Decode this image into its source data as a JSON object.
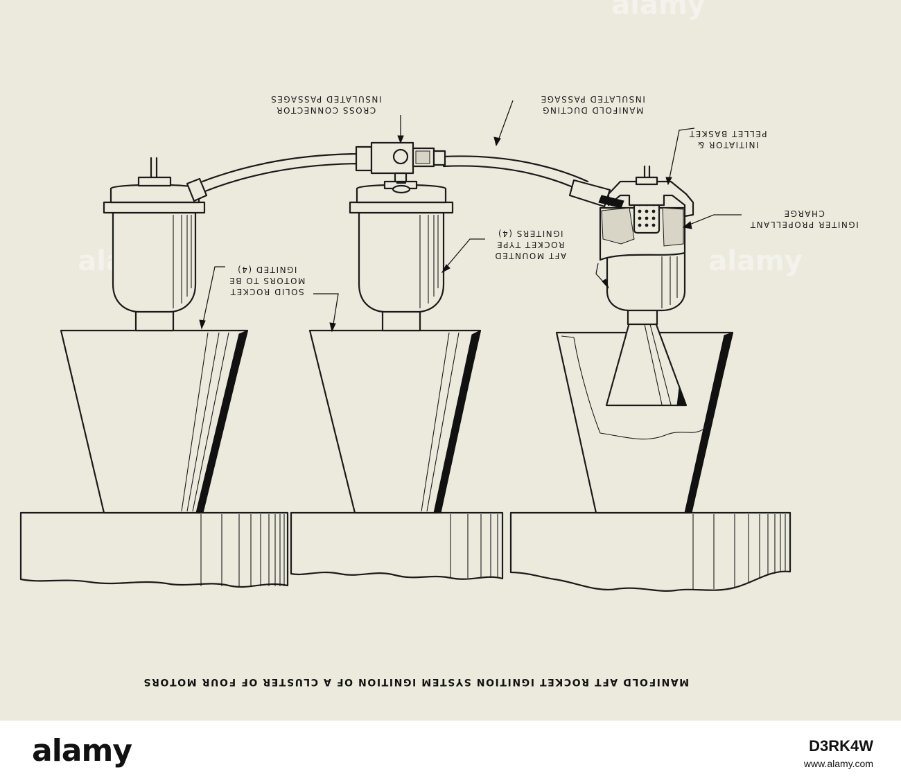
{
  "diagram": {
    "title": "MANIFOLD AFT ROCKET IGNITION SYSTEM IGNITION OF A CLUSTER OF FOUR MOTORS",
    "labels": {
      "cross_connector_l1": "CROSS CONNECTOR",
      "cross_connector_l2": "INSULATED PASSAGES",
      "manifold_ducting_l1": "MANIFOLD DUCTING",
      "manifold_ducting_l2": "INSULATED PASSAGE",
      "initiator_l1": "INITIATOR &",
      "initiator_l2": "PELLET BASKET",
      "propellant_l1": "IGNITER PROPELLANT",
      "propellant_l2": "CHARGE",
      "aft_l1": "AFT MOUNTED",
      "aft_l2": "ROCKET TYPE",
      "aft_l3": "IGNITERS (4)",
      "solid_l1": "SOLID ROCKET",
      "solid_l2": "MOTORS TO BE",
      "solid_l3": "IGNITED (4)"
    }
  },
  "watermark": "alamy",
  "footer": {
    "logo": "alamy",
    "image_id": "D3RK4W",
    "url": "www.alamy.com"
  }
}
